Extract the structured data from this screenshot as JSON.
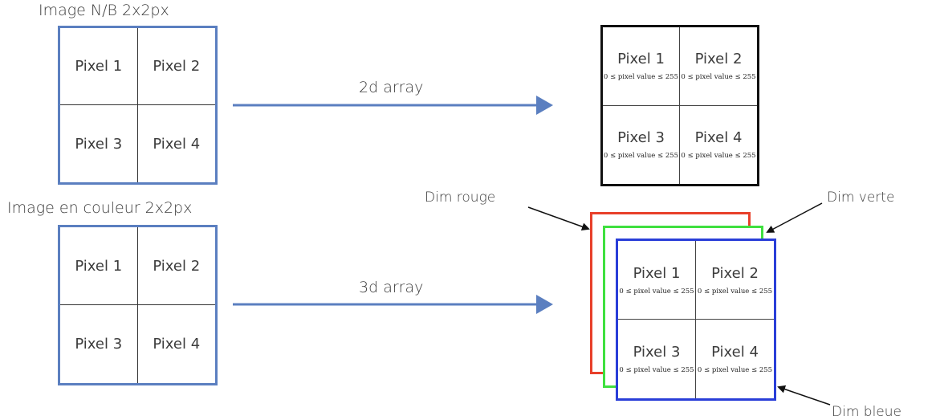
{
  "titles": {
    "bw_image": "Image N/B 2x2px",
    "color_image": "Image en couleur 2x2px"
  },
  "arrows": {
    "to_2d": "2d array",
    "to_3d": "3d array"
  },
  "pixels": [
    "Pixel 1",
    "Pixel 2",
    "Pixel 3",
    "Pixel 4"
  ],
  "pixel_range": "0 ≤ pixel value ≤ 255",
  "dims": {
    "red": "Dim rouge",
    "green": "Dim verte",
    "blue": "Dim bleue"
  },
  "colors": {
    "frame_blue": "#5b7fc0",
    "arrow_blue": "#5b7fc0",
    "red": "#e8402a",
    "green": "#3fe03f",
    "blue": "#2a3ed8",
    "black": "#111111"
  }
}
